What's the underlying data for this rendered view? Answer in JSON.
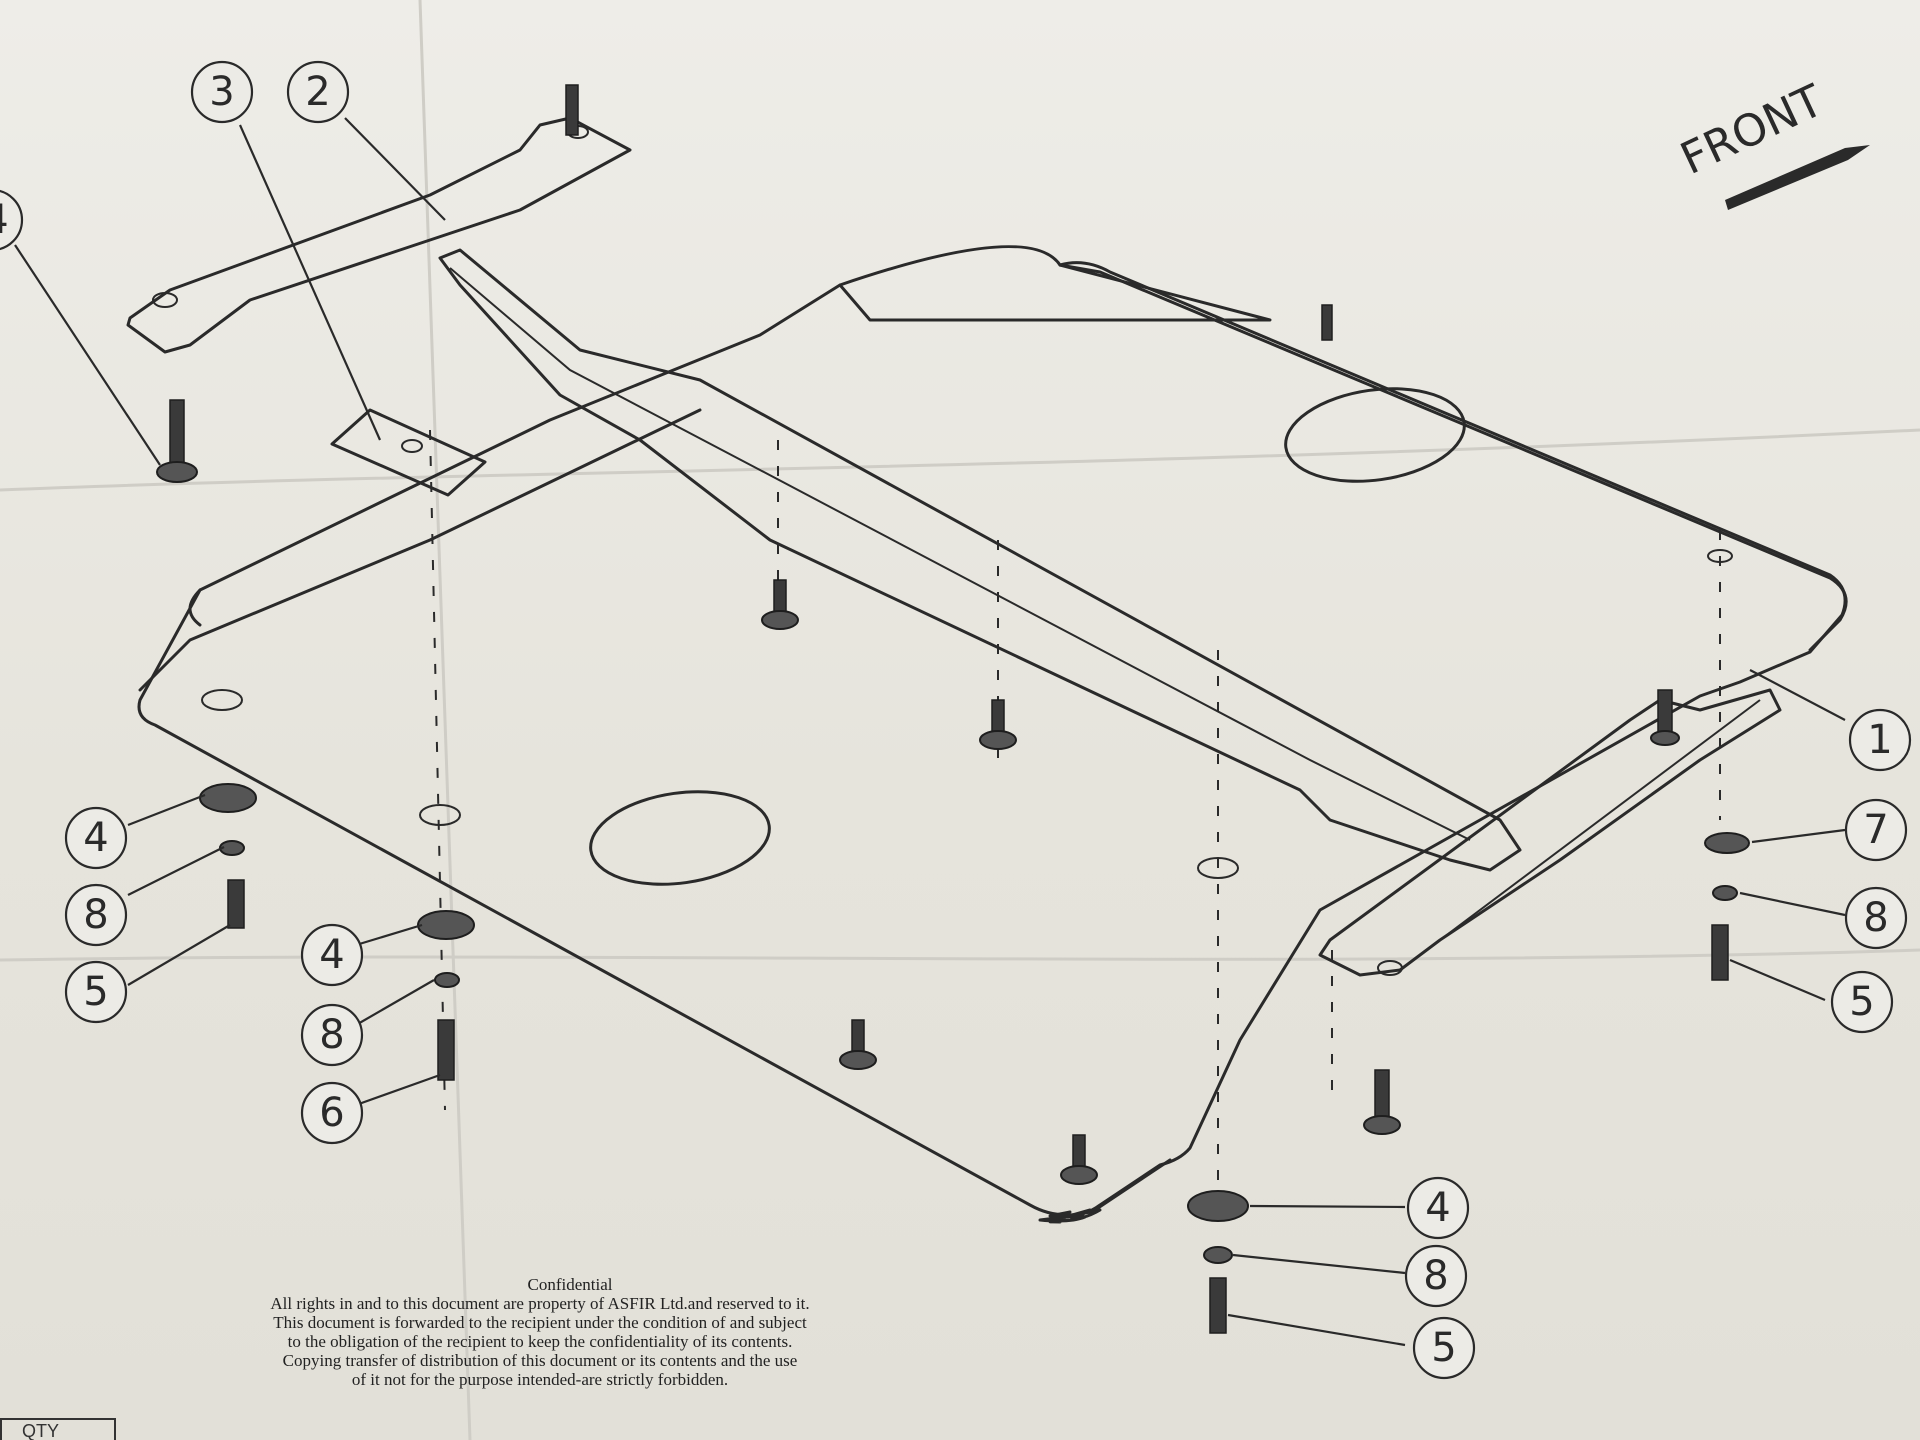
{
  "direction_label": "FRONT",
  "callouts": [
    {
      "id": "callout-3-top",
      "text": "3"
    },
    {
      "id": "callout-2-top",
      "text": "2"
    },
    {
      "id": "callout-4-corner",
      "text": "4"
    },
    {
      "id": "callout-1-right",
      "text": "1"
    },
    {
      "id": "callout-4-left",
      "text": "4"
    },
    {
      "id": "callout-8-left",
      "text": "8"
    },
    {
      "id": "callout-5-left",
      "text": "5"
    },
    {
      "id": "callout-4-mid",
      "text": "4"
    },
    {
      "id": "callout-8-mid",
      "text": "8"
    },
    {
      "id": "callout-6-mid",
      "text": "6"
    },
    {
      "id": "callout-7-right",
      "text": "7"
    },
    {
      "id": "callout-8-right",
      "text": "8"
    },
    {
      "id": "callout-5-right",
      "text": "5"
    },
    {
      "id": "callout-4-bottom",
      "text": "4"
    },
    {
      "id": "callout-8-bottom",
      "text": "8"
    },
    {
      "id": "callout-5-bottom",
      "text": "5"
    }
  ],
  "confidential_notice": {
    "title": "Confidential",
    "lines": [
      "All rights in and to this document are property of ASFIR Ltd.and reserved to it.",
      "This document is forwarded to the recipient under the condition of and subject",
      "to the obligation of the recipient to keep the confidentiality of its contents.",
      "Copying transfer of distribution of this document or its contents and the use",
      "of it not for the purpose intended-are strictly forbidden."
    ]
  },
  "table_header_fragment": "QTY"
}
